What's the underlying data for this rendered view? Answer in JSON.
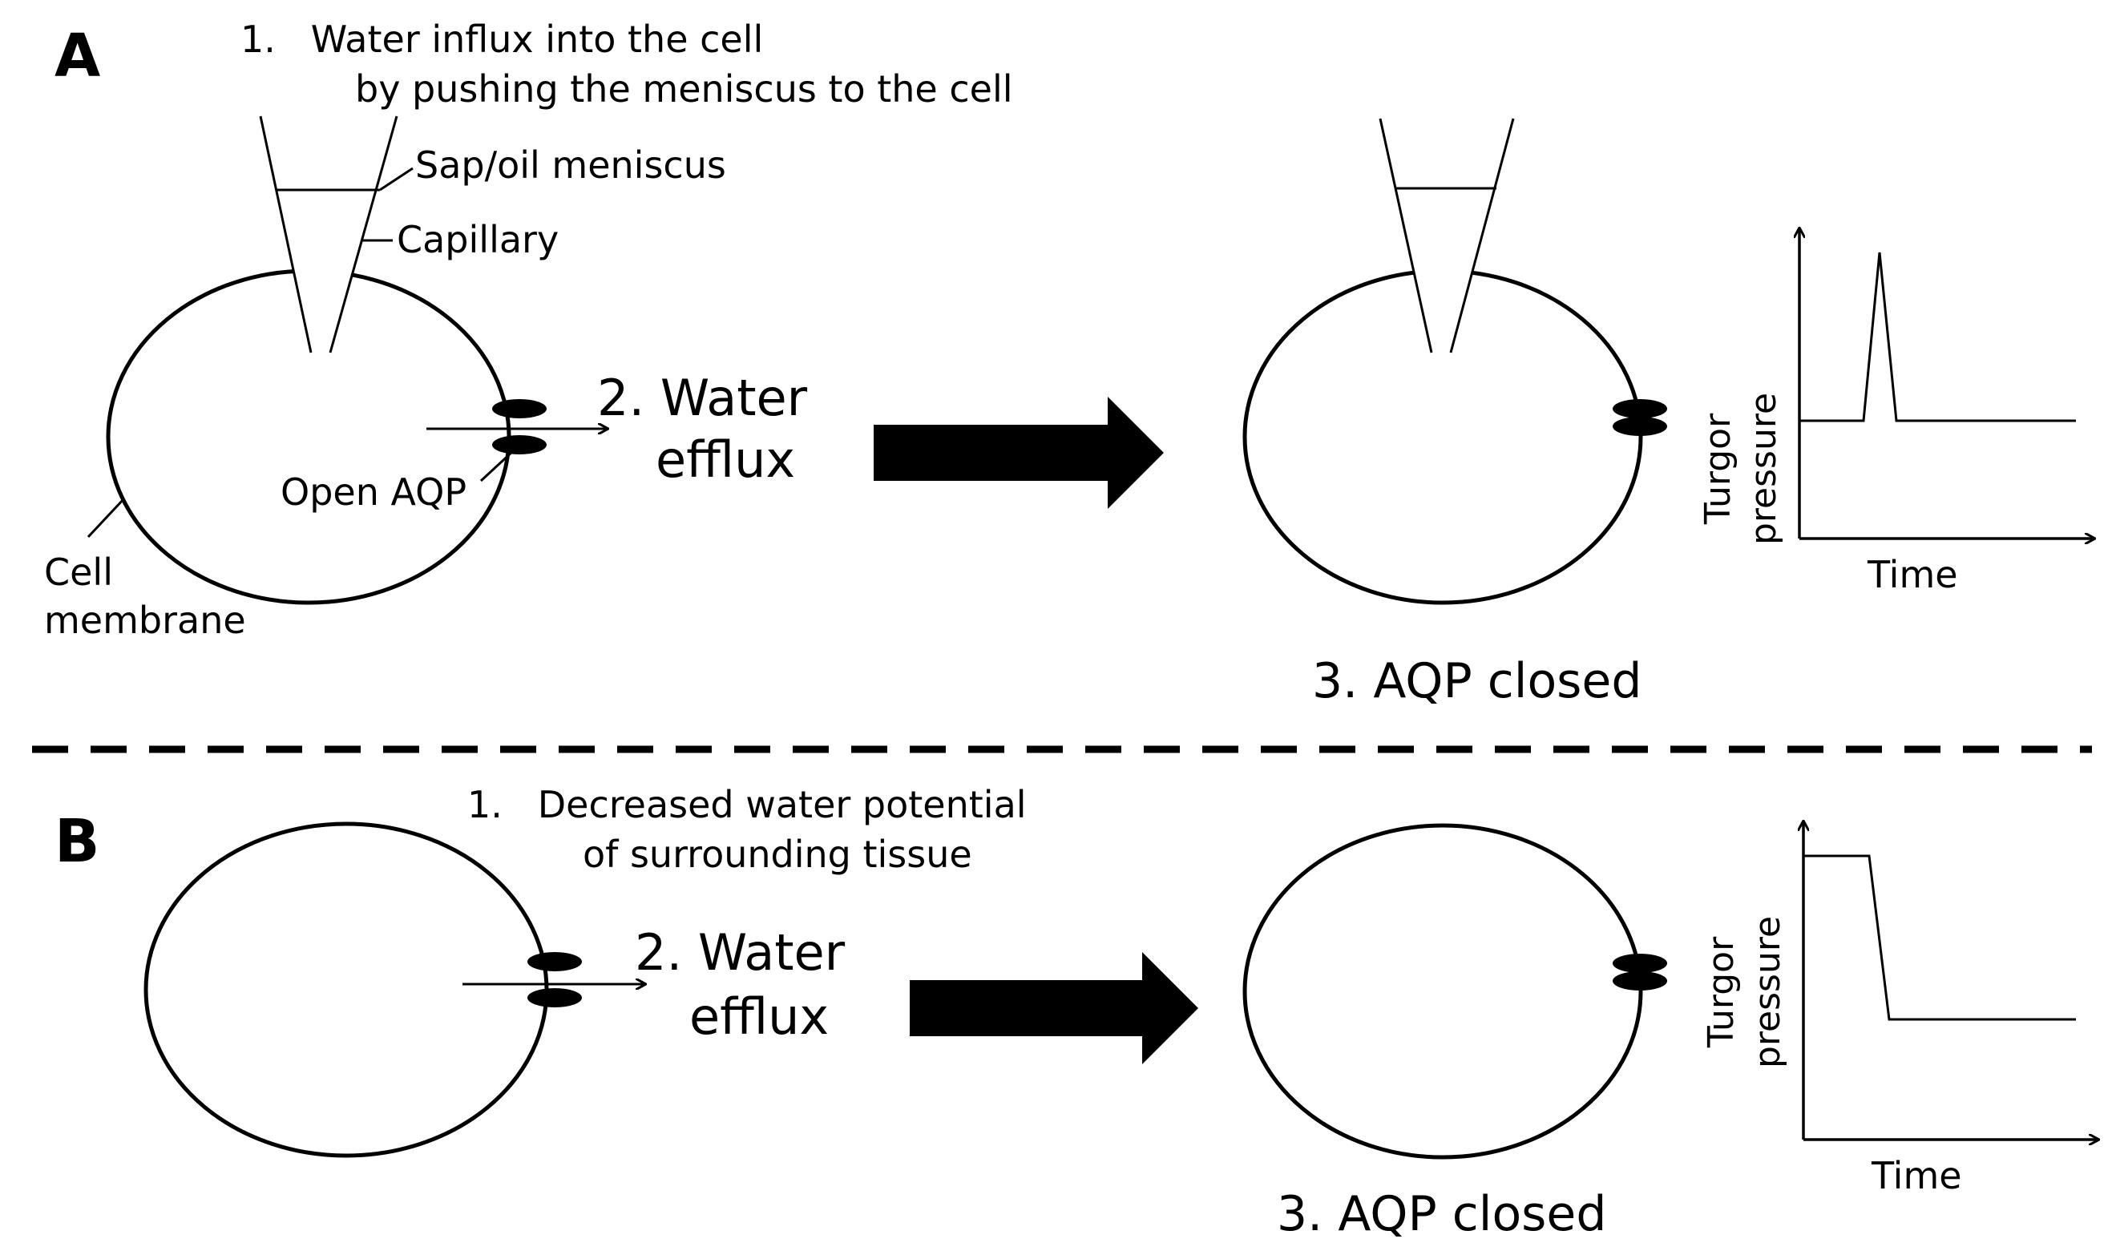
{
  "panel_a": {
    "label": "A",
    "step1_line1": "1.   Water influx into the cell",
    "step1_line2": "by pushing the meniscus to the cell",
    "meniscus_label": "Sap/oil meniscus",
    "capillary_label": "Capillary",
    "step2_line1": "2. Water",
    "step2_line2": "efflux",
    "open_aqp_label": "Open AQP",
    "membrane_line1": "Cell",
    "membrane_line2": "membrane",
    "step3": "3. AQP closed",
    "graph": {
      "ylabel_line1": "Turgor",
      "ylabel_line2": "pressure",
      "xlabel": "Time"
    }
  },
  "panel_b": {
    "label": "B",
    "step1_line1": "1.   Decreased water potential",
    "step1_line2": "of surrounding tissue",
    "step2_line1": "2. Water",
    "step2_line2": "efflux",
    "step3": "3. AQP closed",
    "graph": {
      "ylabel_line1": "Turgor",
      "ylabel_line2": "pressure",
      "xlabel": "Time"
    }
  },
  "icons": {
    "big_arrow": "right-arrow-icon",
    "aquaporin": "aquaporin-channel-icon",
    "capillary": "capillary-tip-icon"
  }
}
